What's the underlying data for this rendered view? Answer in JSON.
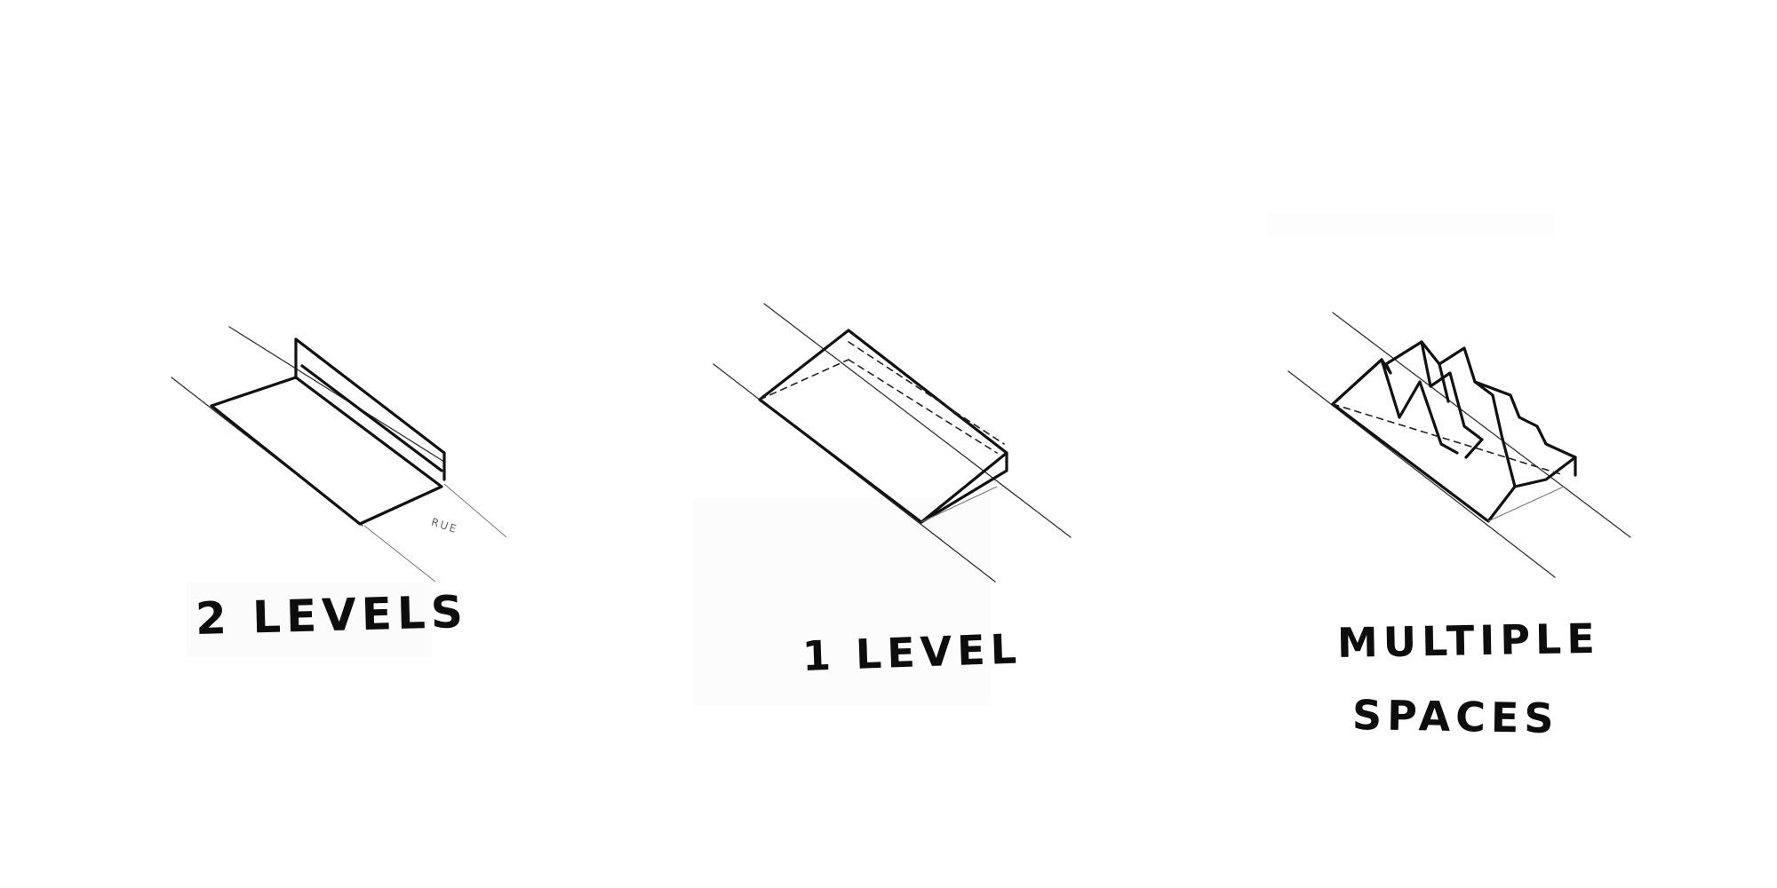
{
  "diagrams": [
    {
      "caption": "2 LEVELS",
      "note": "RUE"
    },
    {
      "caption": "1 LEVEL"
    },
    {
      "caption_lines": [
        "MULTIPLE",
        "SPACES"
      ]
    }
  ],
  "colors": {
    "ink": "#111111",
    "paper": "#ffffff"
  }
}
